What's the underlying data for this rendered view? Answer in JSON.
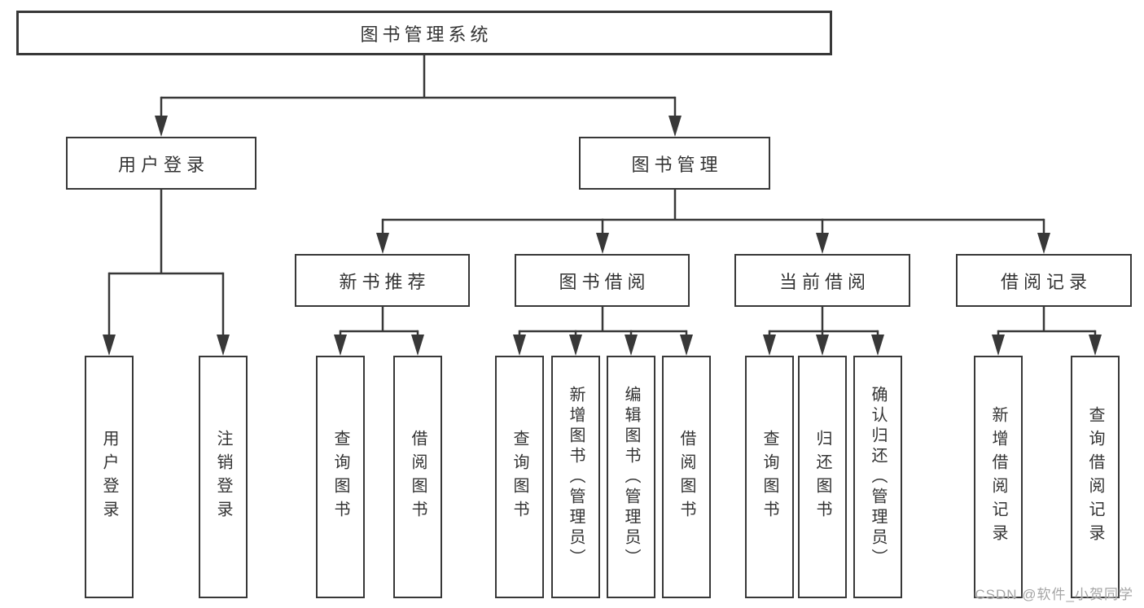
{
  "colors": {
    "line": "#383838",
    "text": "#333333",
    "background": "#ffffff",
    "watermark": "#a5a5a5"
  },
  "tree": {
    "root": "图书管理系统",
    "branches": [
      {
        "label": "用户登录",
        "children": [
          "用户登录",
          "注销登录"
        ]
      },
      {
        "label": "图书管理",
        "groups": [
          {
            "label": "新书推荐",
            "children": [
              "查询图书",
              "借阅图书"
            ]
          },
          {
            "label": "图书借阅",
            "children": [
              "查询图书",
              "新增图书（管理员）",
              "编辑图书（管理员）",
              "借阅图书"
            ]
          },
          {
            "label": "当前借阅",
            "children": [
              "查询图书",
              "归还图书",
              "确认归还（管理员）"
            ]
          },
          {
            "label": "借阅记录",
            "children": [
              "新增借阅记录",
              "查询借阅记录"
            ]
          }
        ]
      }
    ]
  },
  "watermark": {
    "text": "CSDN @软件_小贺同学"
  }
}
